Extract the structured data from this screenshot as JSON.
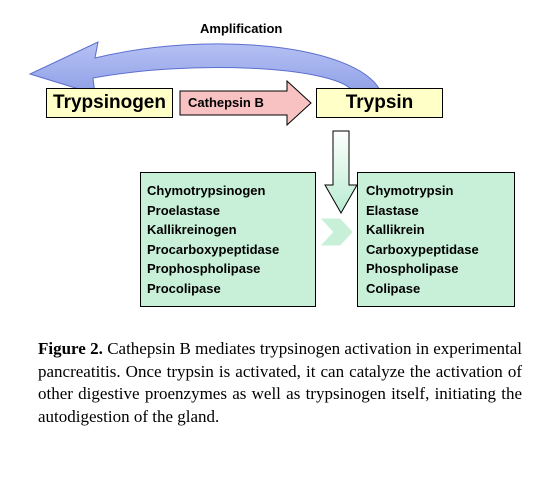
{
  "amplification_label": "Amplification",
  "trypsinogen_label": "Trypsinogen",
  "cathepsin_label": "Cathepsin B",
  "trypsin_label": "Trypsin",
  "proenzymes": [
    "Chymotrypsinogen",
    "Proelastase",
    "Kallikreinogen",
    "Procarboxypeptidase",
    "Prophospholipase",
    "Procolipase"
  ],
  "enzymes": [
    "Chymotrypsin",
    "Elastase",
    "Kallikrein",
    "Carboxypeptidase",
    "Phospholipase",
    "Colipase"
  ],
  "caption": {
    "label": "Figure 2.",
    "text": " Cathepsin B mediates trypsinogen activation in experimental pancreatitis. Once trypsin is activated, it can catalyze the activation of other digestive proenzymes as well as trypsinogen itself, initiating the autodigestion of the gland."
  },
  "colors": {
    "amplification_arrow": "#a9b6ef",
    "cathepsin_arrow": "#f8c2c2",
    "yellow_box": "#ffffc8",
    "green": "#c8f0d8"
  }
}
